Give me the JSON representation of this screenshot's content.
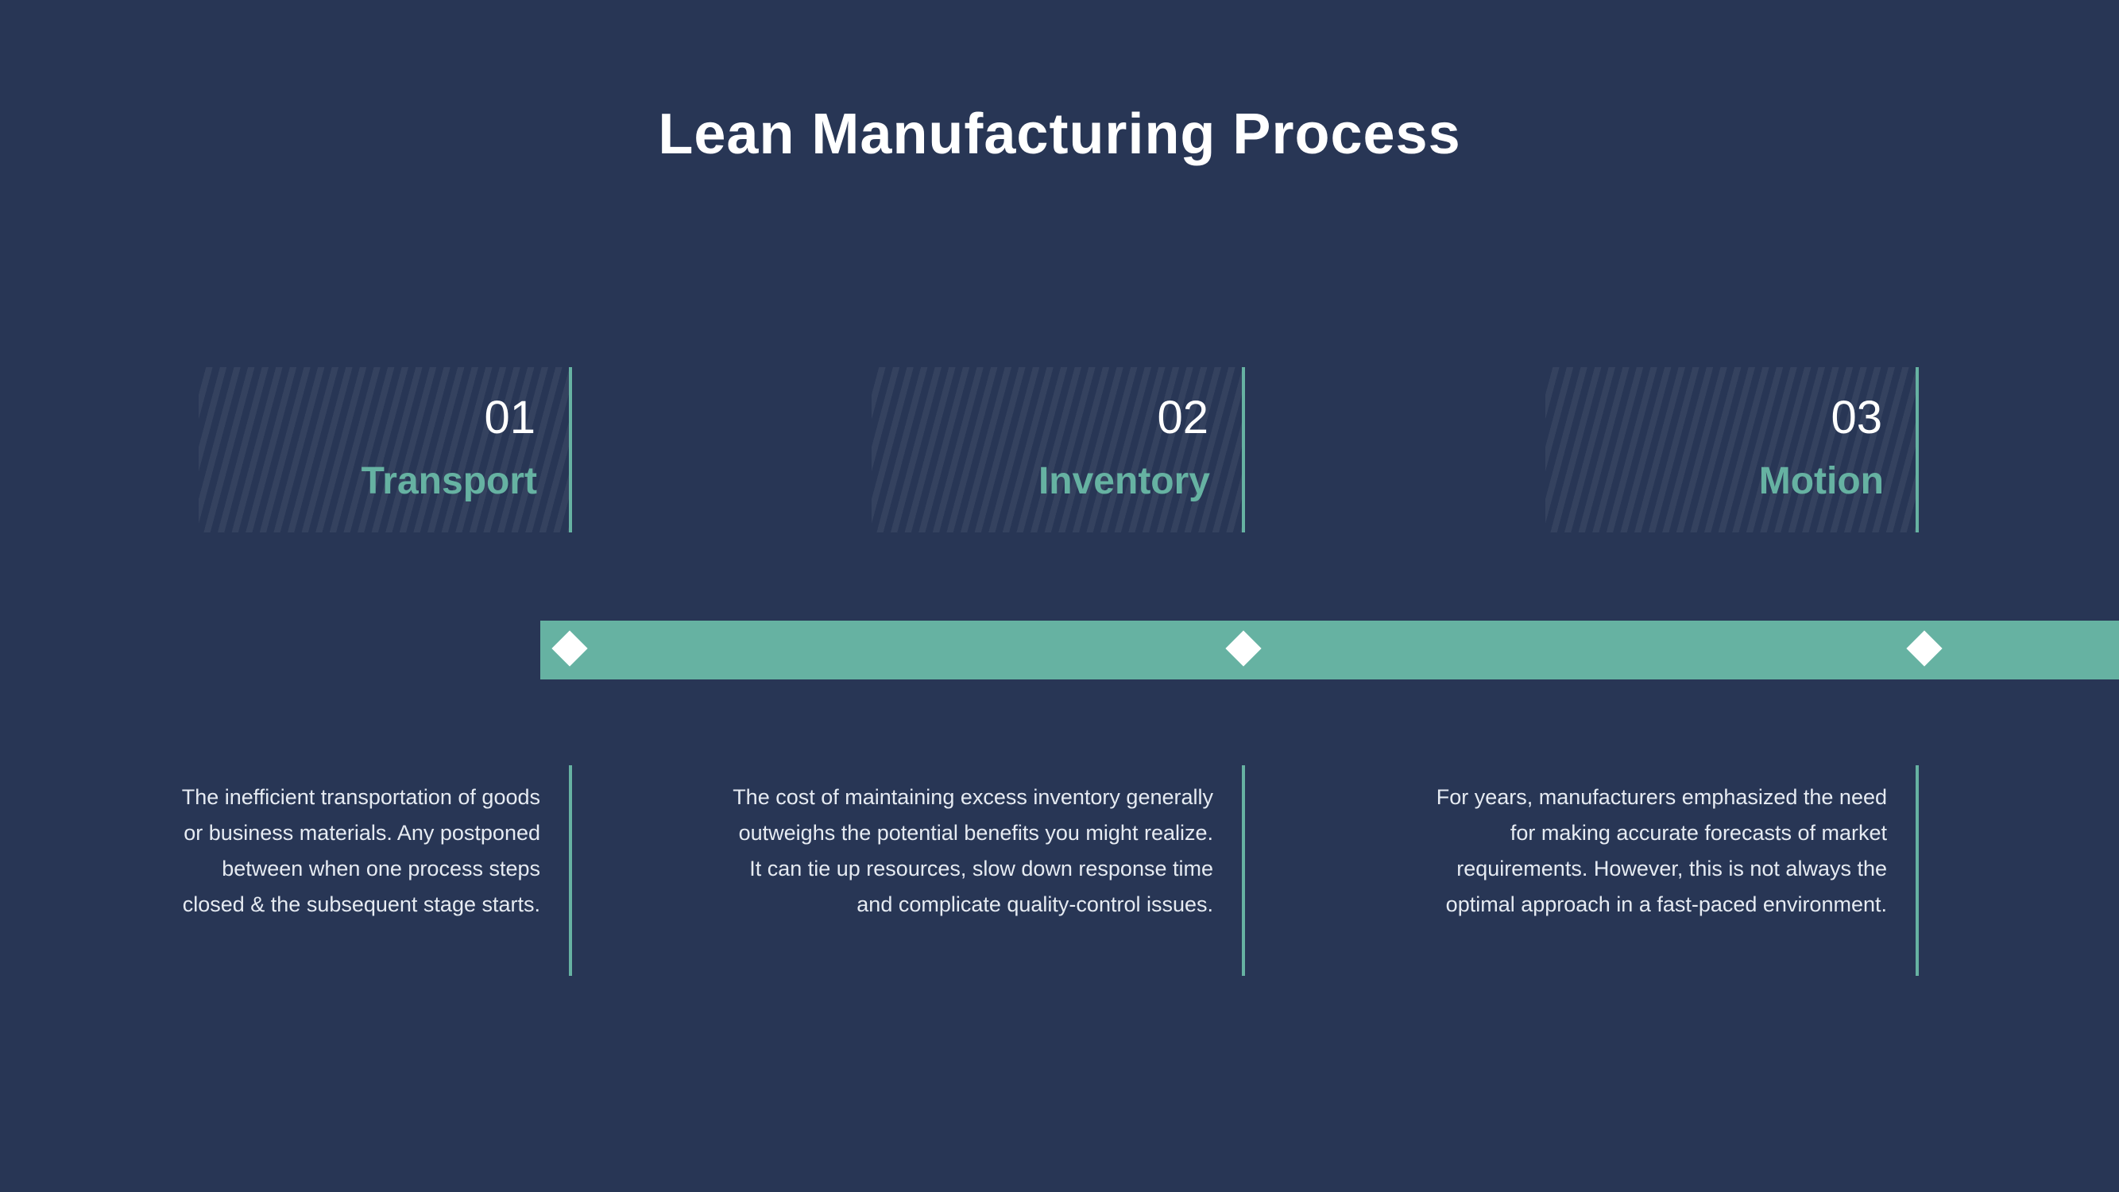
{
  "title": "Lean Manufacturing Process",
  "colors": {
    "background": "#283655",
    "accent": "#66b2a2",
    "text": "#ffffff"
  },
  "steps": [
    {
      "number": "01",
      "label": "Transport",
      "description_lines": [
        "The inefficient transportation of goods",
        "or business materials. Any postponed",
        "between when one process steps",
        "closed & the subsequent stage starts."
      ]
    },
    {
      "number": "02",
      "label": "Inventory",
      "description_lines": [
        "The cost of maintaining excess inventory generally",
        "outweighs the potential benefits you might realize.",
        "It can tie up resources, slow down response time",
        "and complicate quality-control issues."
      ]
    },
    {
      "number": "03",
      "label": "Motion",
      "description_lines": [
        "For years, manufacturers emphasized the need",
        "for making accurate forecasts of market",
        "requirements. However, this is not always the",
        "optimal approach in a fast-paced environment."
      ]
    }
  ]
}
